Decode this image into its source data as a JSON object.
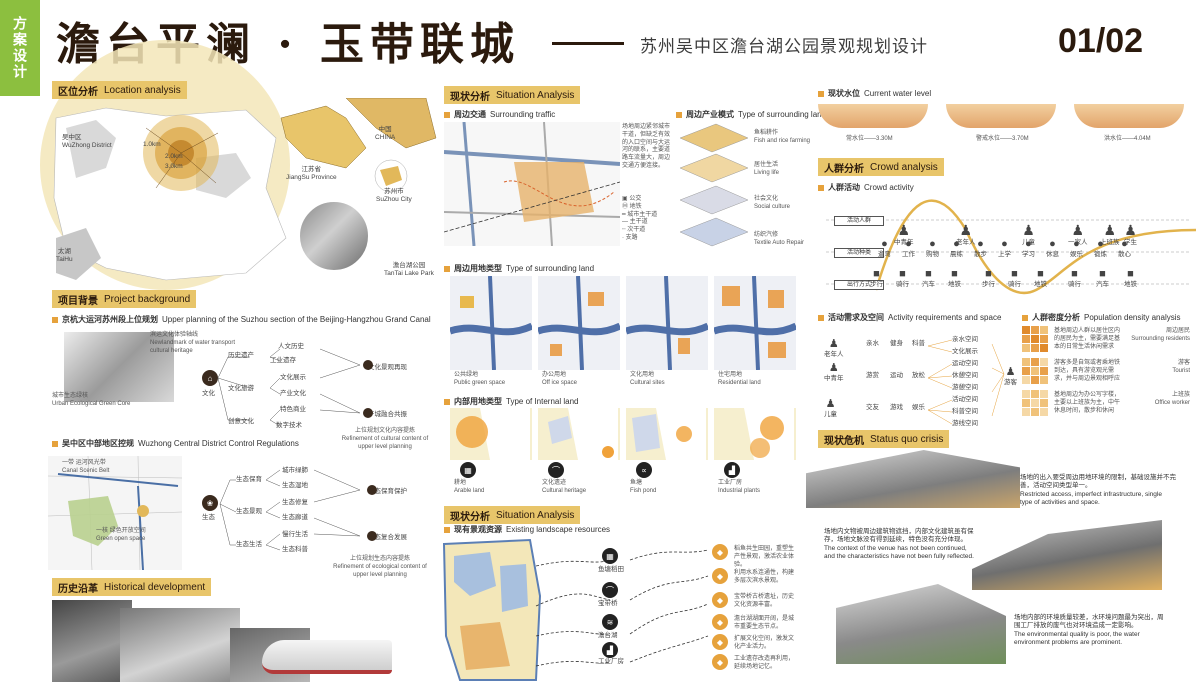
{
  "side_tab": "方案设计",
  "header": {
    "title": "澹台平澜 · 玉带联城",
    "subtitle": "苏州吴中区澹台湖公园景观规划设计",
    "page": "01/02"
  },
  "location": {
    "cn": "区位分析",
    "en": "Location analysis",
    "labels": {
      "wuzhong": "吴中区",
      "wuzhong_en": "WuZhong District",
      "china": "中国",
      "china_en": "CHINA",
      "jiangsu": "江苏省",
      "jiangsu_en": "JiangSu Province",
      "suzhou": "苏州市",
      "suzhou_en": "SuZhou City",
      "taihu": "太湖",
      "taihu_en": "TaiHu",
      "tantai": "澹台湖公园",
      "tantai_en": "TanTai Lake Park",
      "d1": "1.0km",
      "d2": "2.0km",
      "d3": "3.0km"
    }
  },
  "background": {
    "cn": "项目背景",
    "en": "Project background",
    "sub1_cn": "京杭大运河苏州段上位规划",
    "sub1_en": "Upper planning of the Suzhou section of the Beijing-Hangzhou Grand Canal",
    "sub2_cn": "吴中区中部地区控规",
    "sub2_en": "Wuzhong Central District Control Regulations",
    "n1": "滨运文化体验轴线",
    "n1_en": "Newlandmark of water transport cultural heritage",
    "n2": "城市生态绿核",
    "n2_en": "Urban Ecological Green Core",
    "culture": "文化",
    "ecology": "生态",
    "c_nodes": [
      "历史遗产",
      "文化旅游",
      "创意文化"
    ],
    "c_leaf": [
      "人文历史",
      "工业遗存",
      "文化展示",
      "产业文化",
      "特色商业",
      "数字技术"
    ],
    "c_out": [
      "文化景观再现",
      "产城融合共振"
    ],
    "c_note": "上位规划文化内容提炼",
    "c_note_en": "Refinement of cultural content of upper level planning",
    "e_nodes": [
      "生态保育",
      "生态景观",
      "生态生活"
    ],
    "e_leaf": [
      "城市绿肺",
      "生态湿地",
      "生态修复",
      "生态廊道",
      "慢行生活",
      "生态科普"
    ],
    "e_out": [
      "生态保育保护",
      "生态复合发展"
    ],
    "e_note": "上位规划生态内容提炼",
    "e_note_en": "Refinement of ecological content of upper level planning",
    "map_labels": [
      "一带",
      "运河风光带",
      "Canal Scenic Belt",
      "一核",
      "绿色开放空间",
      "Green open space"
    ]
  },
  "history": {
    "cn": "历史沿革",
    "en": "Historical development"
  },
  "situation1": {
    "cn": "现状分析",
    "en": "Situation Analysis",
    "traffic_cn": "周边交通",
    "traffic_en": "Surrounding traffic",
    "traffic_desc": "场地周边紧邻城市干道，但缺乏有效的入口空间与大运河的联系，主要道路车流量大，周边交通方便连接。",
    "traffic_legend": [
      "公交",
      "地铁",
      "城市主干道",
      "主干道",
      "次干道",
      "支路"
    ],
    "industry_cn": "周边产业模式",
    "industry_en": "Type of surrounding land",
    "layers": [
      {
        "cn": "鱼稻耕作",
        "en": "Fish and rice farming"
      },
      {
        "cn": "居住生活",
        "en": "Living life"
      },
      {
        "cn": "社会文化",
        "en": "Social culture"
      },
      {
        "cn": "纺织汽修",
        "en": "Textile Auto Repair"
      }
    ],
    "land_cn": "周边用地类型",
    "land_en": "Type of surrounding land",
    "land_types": [
      {
        "cn": "公共绿地",
        "en": "Public green space"
      },
      {
        "cn": "办公用地",
        "en": "Off ice space"
      },
      {
        "cn": "文化用地",
        "en": "Cultural sites"
      },
      {
        "cn": "住宅用地",
        "en": "Residential land"
      }
    ],
    "internal_cn": "内部用地类型",
    "internal_en": "Type of Internal land",
    "internal_types": [
      {
        "cn": "耕地",
        "en": "Arable land"
      },
      {
        "cn": "文化遗迹",
        "en": "Cultural heritage"
      },
      {
        "cn": "鱼塘",
        "en": "Fish pond"
      },
      {
        "cn": "工业厂房",
        "en": "Industrial plants"
      }
    ]
  },
  "situation2": {
    "cn": "现状分析",
    "en": "Situation Analysis",
    "res_cn": "现有景观资源",
    "res_en": "Existing landscape resources",
    "resources": [
      "鱼塘稻田",
      "宝带桥",
      "澹台湖",
      "工业厂房"
    ],
    "res_desc": [
      "稻鱼共生田园，重塑生产性景观，激活农业体验。",
      "利用水系连通性，构建多层次滨水景观。",
      "宝带桥古桥遗址，历史文化资源丰富。",
      "澹台湖湖面开阔，是城市重要生态节点。",
      "扩展文化空间，激发文化产业活力。",
      "工业遗存改造再利用，延续场地记忆。"
    ]
  },
  "water": {
    "cn": "现状水位",
    "en": "Current water level",
    "levels": [
      "常水位——3.30M",
      "警戒水位——3.70M",
      "洪水位——4.04M"
    ]
  },
  "crowd": {
    "cn": "人群分析",
    "en": "Crowd analysis",
    "act_cn": "人群活动",
    "act_en": "Crowd activity",
    "rows": [
      "活动人群",
      "活动种类",
      "出行方式"
    ],
    "people": [
      "中青年",
      "老年人",
      "儿童",
      "一家人",
      "上班族",
      "学生"
    ],
    "activities": [
      "遛弯",
      "工作",
      "购物",
      "晨练",
      "散步",
      "上学",
      "学习",
      "休息",
      "娱乐",
      "锻炼",
      "散心"
    ],
    "travel": [
      "步行",
      "骑行",
      "汽车",
      "地铁",
      "步行",
      "骑行",
      "地铁",
      "骑行",
      "汽车",
      "地铁"
    ],
    "req_cn": "活动需求及空间",
    "req_en": "Activity requirements and space",
    "req_people": [
      "老年人",
      "中青年",
      "儿童",
      "游客"
    ],
    "req_items": [
      "亲水",
      "健身",
      "游赏",
      "运动",
      "放松",
      "交友",
      "游戏",
      "娱乐",
      "科普"
    ],
    "req_space": [
      "亲水空间",
      "文化展示",
      "运动空间",
      "休憩空间",
      "游憩空间",
      "活动空间",
      "科普空间",
      "游线空间"
    ],
    "den_cn": "人群密度分析",
    "den_en": "Population density analysis",
    "den_rows": [
      {
        "desc": "基地周边人群以居住区内的居民为主，需要满足基本的日常生活休闲需求",
        "tag": "周边居民",
        "tag_en": "Surrounding residents"
      },
      {
        "desc": "游客多是自驾或者乘地铁到达，具有游览观光需求，并与周边景观相呼应",
        "tag": "游客",
        "tag_en": "Tourist"
      },
      {
        "desc": "基地周边为办公写字楼，主要以上班族为主，中午休息时间，散步和休闲",
        "tag": "上班族",
        "tag_en": "Office worker"
      }
    ]
  },
  "crisis": {
    "cn": "现状危机",
    "en": "Status quo crisis",
    "items": [
      {
        "cn": "场地的出入要受周边用地环境的限制，基础设施并不完善，活动空间类型单一。",
        "en": "Restricted access, imperfect infrastructure, single type of activities and space."
      },
      {
        "cn": "场地内文物被周边建筑物遮挡，内部文化建筑虽有保存，场地文脉没有得到延续，特色没有充分体现。",
        "en": "The context of the venue has not been continued, and the characteristics have not been fully reflected."
      },
      {
        "cn": "场地内部的环境质量较差，水环境问题最为突出，周围工厂排放的废气也对环境造成一定影响。",
        "en": "The environmental quality is poor, the water environment problems are prominent."
      }
    ]
  },
  "colors": {
    "accent": "#e8c56a",
    "dark": "#2b1a0d",
    "orange": "#e6a23c",
    "green": "#8cbf3f",
    "water": "#5b7fb5"
  }
}
